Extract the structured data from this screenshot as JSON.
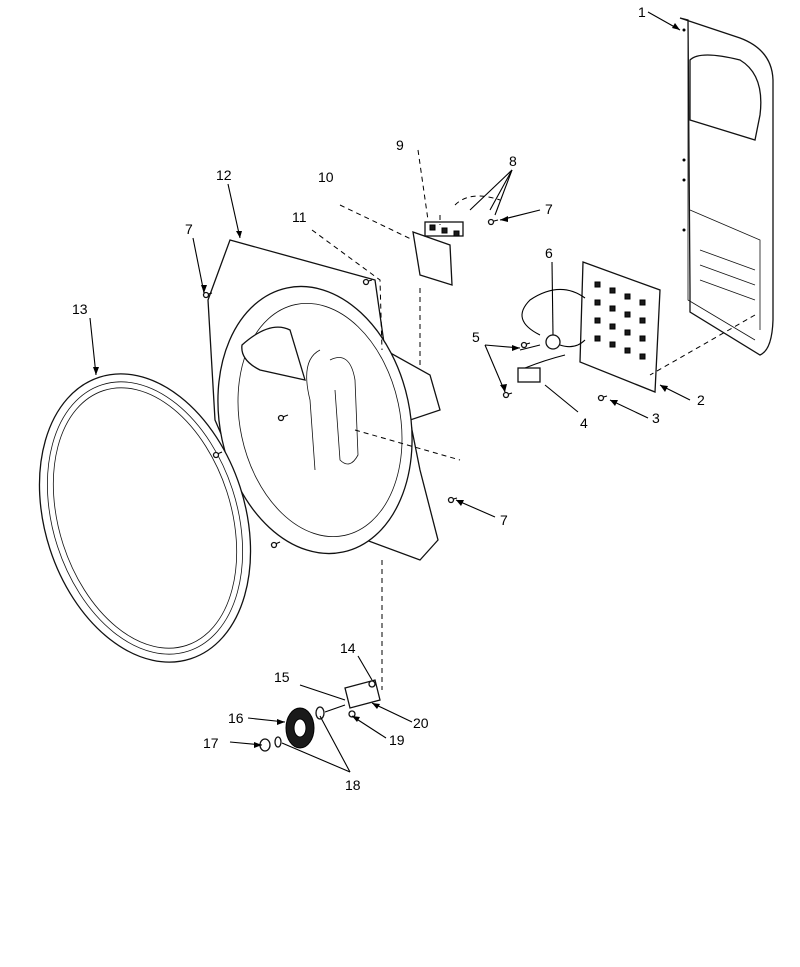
{
  "callouts": {
    "c1": "1",
    "c2": "2",
    "c3": "3",
    "c4": "4",
    "c5": "5",
    "c6": "6",
    "c7a": "7",
    "c7b": "7",
    "c7c": "7",
    "c8": "8",
    "c9": "9",
    "c10": "10",
    "c11": "11",
    "c12": "12",
    "c13": "13",
    "c14": "14",
    "c15": "15",
    "c16": "16",
    "c17": "17",
    "c18": "18",
    "c19": "19",
    "c20": "20"
  }
}
